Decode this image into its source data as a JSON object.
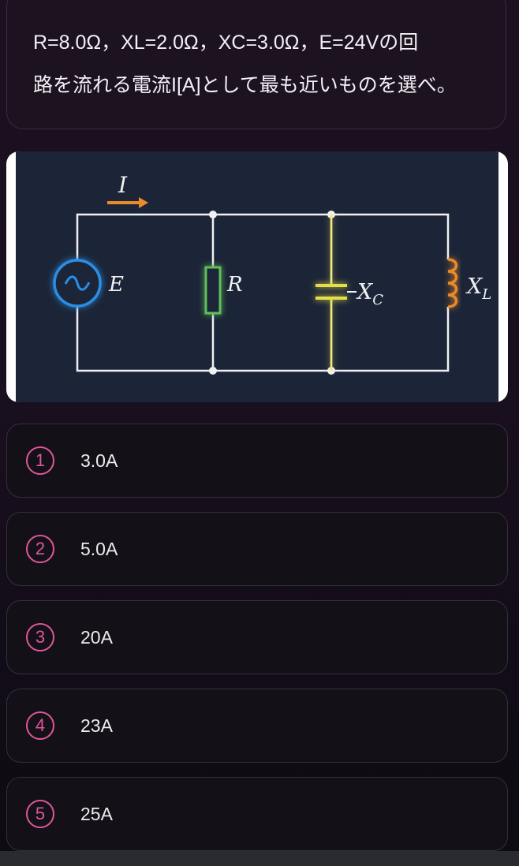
{
  "question": {
    "line1": "R=8.0Ω，XL=2.0Ω，XC=3.0Ω，E=24Vの回",
    "line2": "路を流れる電流I[A]として最も近いものを選べ。"
  },
  "figure": {
    "current_label": "I",
    "source_label": "E",
    "resistor_label": "R",
    "capacitor_label": "X",
    "capacitor_sub": "C",
    "inductor_label": "X",
    "inductor_sub": "L",
    "colors": {
      "background": "#1c2537",
      "wire": "#f1f1f3",
      "source": "#2b8ee6",
      "resistor": "#5fbf5a",
      "capacitor": "#e4de4a",
      "inductor": "#ea8a2a",
      "arrow": "#ea8a2a"
    }
  },
  "options": [
    {
      "num": "1",
      "text": "3.0A"
    },
    {
      "num": "2",
      "text": "5.0A"
    },
    {
      "num": "3",
      "text": "20A"
    },
    {
      "num": "4",
      "text": "23A"
    },
    {
      "num": "5",
      "text": "25A"
    }
  ]
}
